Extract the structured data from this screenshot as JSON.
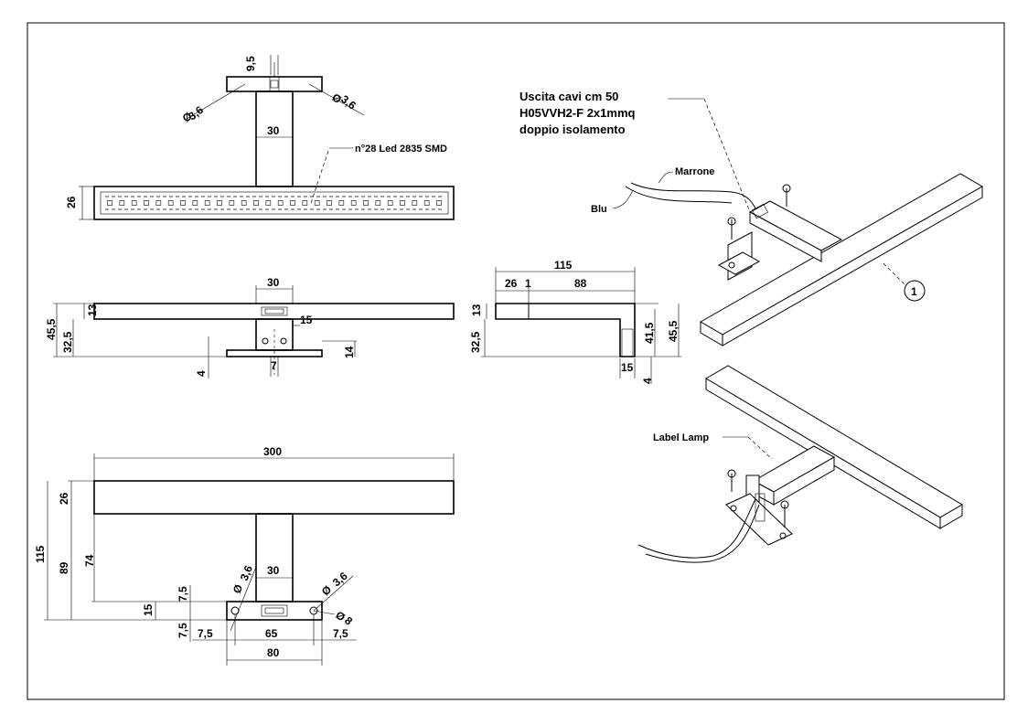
{
  "front_view": {
    "dims": {
      "top_width": "9,5",
      "hole_left": "3,6",
      "hole_right": "3,6",
      "arm_width": "30",
      "bar_height": "26"
    },
    "led_note": "n°28 Led 2835 SMD"
  },
  "side_view_mid": {
    "dims": {
      "arm_width": "30",
      "bar_h": "13",
      "total_h": "45,5",
      "lower_h": "32,5",
      "slot": "15",
      "base_h": "14",
      "base_t": "4",
      "center": "7"
    }
  },
  "side_view_right": {
    "dims": {
      "overall": "115",
      "seg_a": "26",
      "seg_b": "1",
      "seg_c": "88",
      "bar_h": "13",
      "lower_h": "32,5",
      "arm_h": "41,5",
      "total_h": "45,5",
      "base_w": "15",
      "base_t": "4"
    }
  },
  "top_view": {
    "dims": {
      "length": "300",
      "bar_h": "26",
      "overall_h": "115",
      "lower_h": "89",
      "arm_len": "74",
      "arm_w": "30",
      "hole_d": "3,6",
      "hole_d2": "3,6",
      "slot_d": "8",
      "base_h": "15",
      "half_a": "7,5",
      "half_b": "7,5",
      "edge_l": "7,5",
      "hole_spacing": "65",
      "edge_r": "7,5",
      "base_w": "80"
    }
  },
  "iso_notes": {
    "cable_line1": "Uscita cavi cm 50",
    "cable_line2": "H05VVH2-F  2x1mmq",
    "cable_line3": "doppio isolamento",
    "wire_brown": "Marrone",
    "wire_blue": "Blu",
    "balloon": "1",
    "label_lamp": "Label Lamp"
  }
}
